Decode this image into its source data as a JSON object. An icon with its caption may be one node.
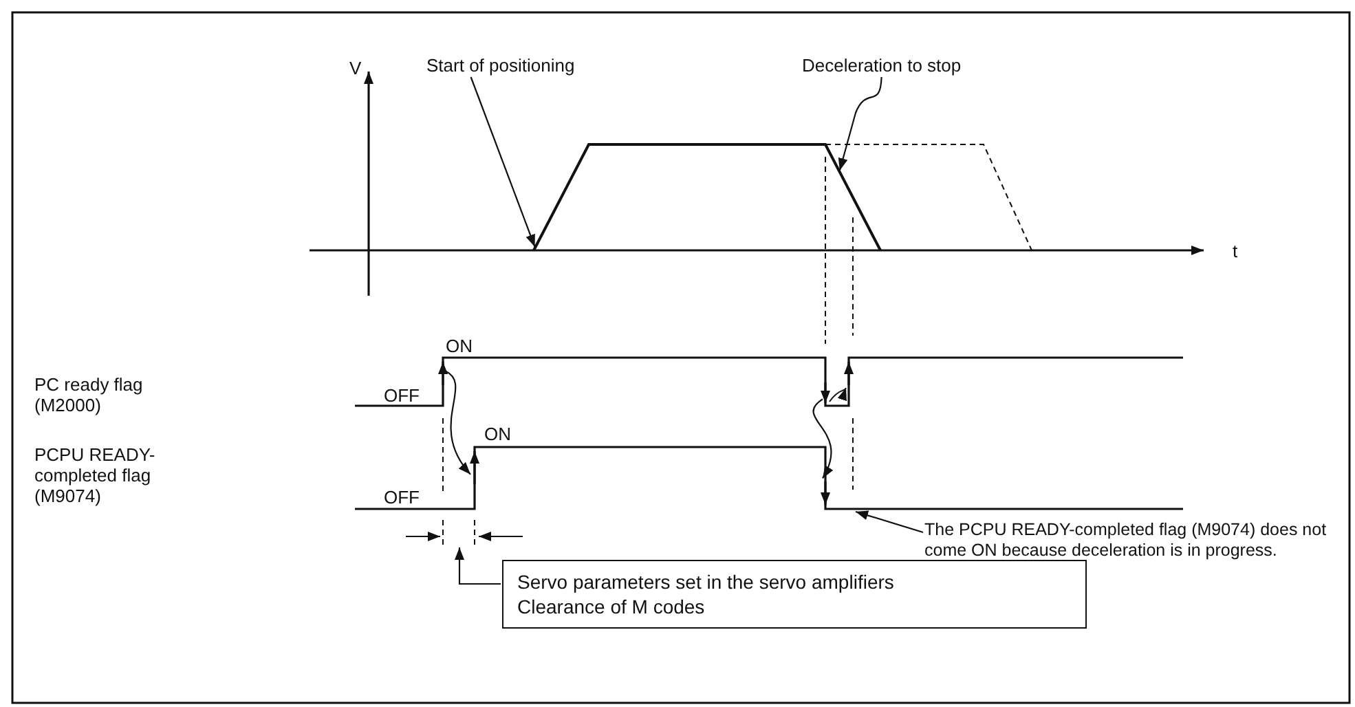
{
  "diagram": {
    "nodes": [
      {
        "text": [
          "Start of positioning"
        ]
      },
      {
        "text": [
          "Deceleration to stop"
        ]
      },
      {
        "text": [
          "The PCPU READY-completed flag (M9074) does not come ON because deceleration is in progress."
        ]
      },
      {
        "text": [
          "Servo parameters set in the servo amplifiers",
          "Clearance of M codes"
        ]
      },
      {
        "text": [],
        "shape": "line"
      },
      {
        "text": [],
        "shape": "line"
      },
      {
        "text": [],
        "shape": "line"
      }
    ],
    "edges": [
      {
        "from": 0,
        "to": 4,
        "arrow": "to"
      },
      {
        "from": 1,
        "to": 4,
        "arrow": "to"
      },
      {
        "from": 2,
        "to": 6,
        "arrow": "to"
      },
      {
        "from": 3,
        "to": null,
        "arrow": "to"
      },
      {
        "from": 5,
        "to": 6,
        "arrow": "to"
      },
      {
        "from": 5,
        "to": 6,
        "arrow": "to"
      }
    ],
    "labels": [
      "V",
      "t",
      "ON",
      "PC ready flag (M2000)",
      "OFF",
      "ON",
      "PCPU READY-completed flag (M9074)",
      "OFF"
    ]
  }
}
